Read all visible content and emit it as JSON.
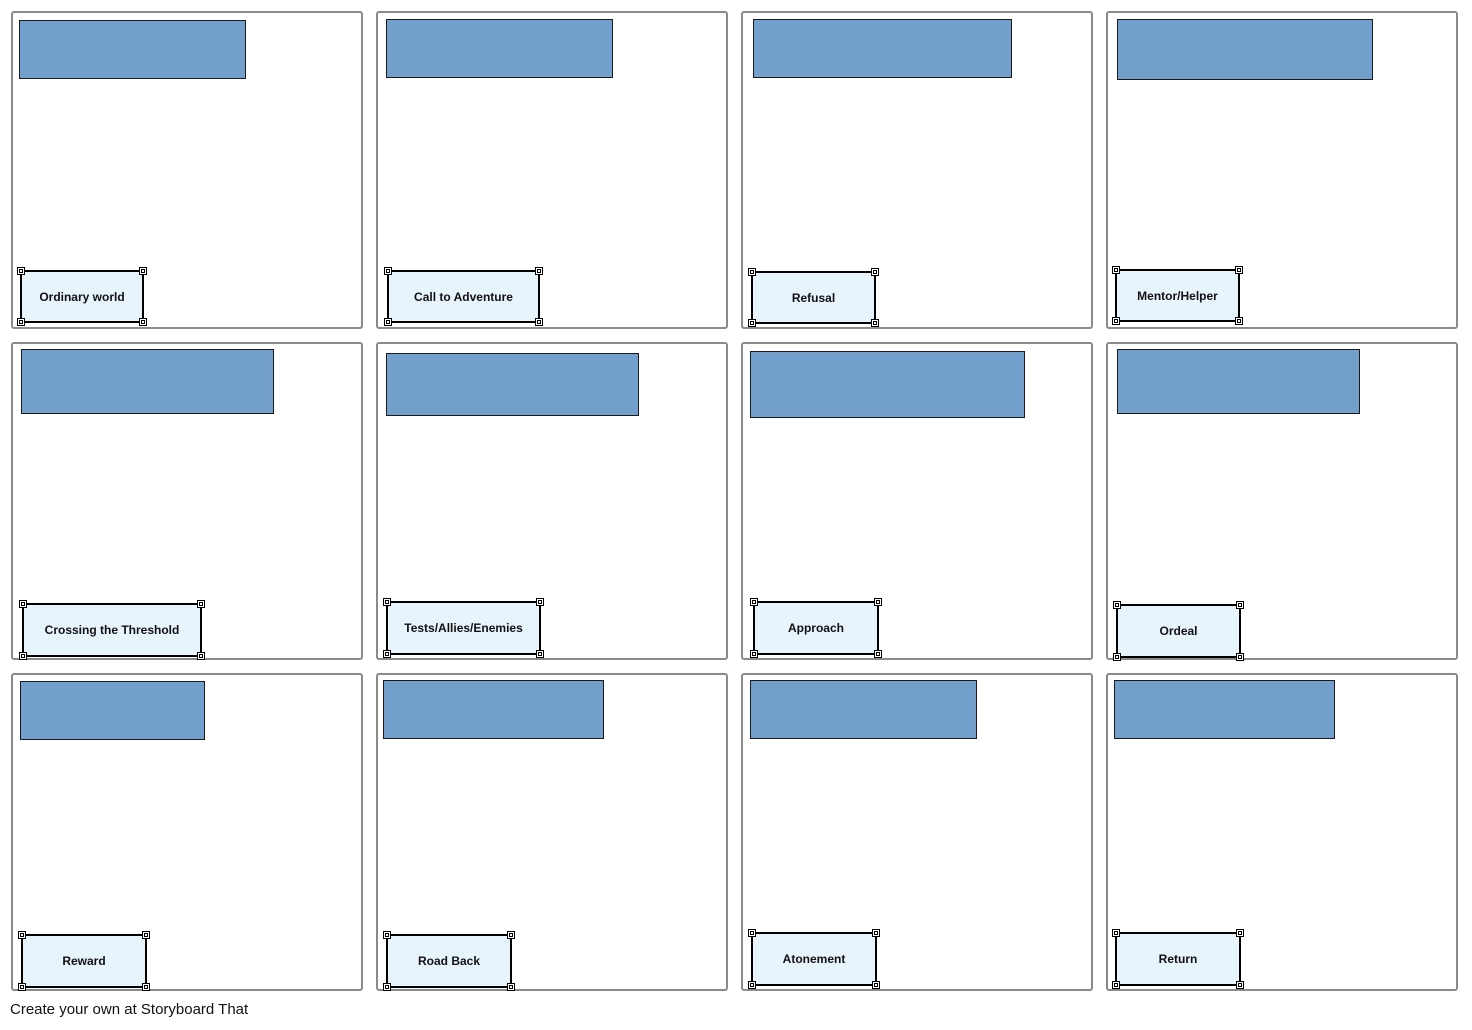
{
  "storyboard": {
    "cells": [
      {
        "label": "Ordinary world"
      },
      {
        "label": "Call to Adventure"
      },
      {
        "label": "Refusal"
      },
      {
        "label": "Mentor/Helper"
      },
      {
        "label": "Crossing the Threshold"
      },
      {
        "label": "Tests/Allies/Enemies"
      },
      {
        "label": "Approach"
      },
      {
        "label": "Ordeal"
      },
      {
        "label": "Reward"
      },
      {
        "label": "Road Back"
      },
      {
        "label": "Atonement"
      },
      {
        "label": "Return"
      }
    ]
  },
  "colors": {
    "title_box": "#729fcb",
    "label_box": "#e8f4fc",
    "cell_border": "#8a8a8a"
  },
  "footer": {
    "text": "Create your own at Storyboard That"
  }
}
